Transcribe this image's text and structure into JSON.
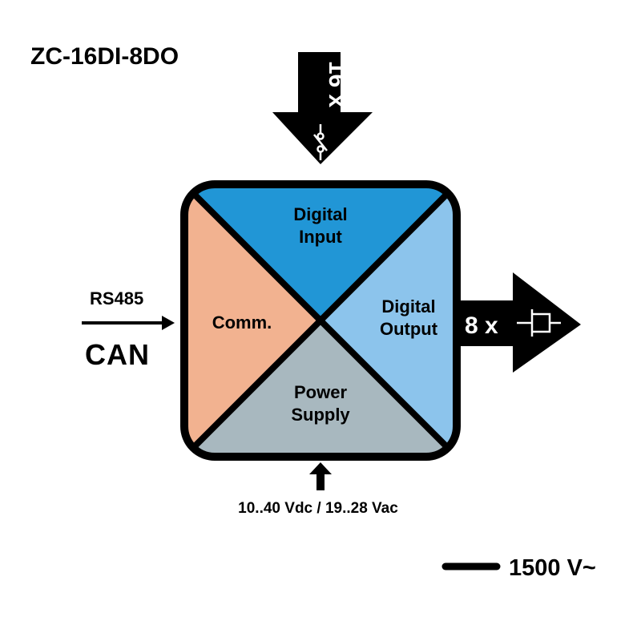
{
  "model": "ZC-16DI-8DO",
  "input_arrow": {
    "count_label": "16 x",
    "symbol": "switch-contact-icon"
  },
  "output_arrow": {
    "count_label": "8 x",
    "symbol": "transistor-output-icon"
  },
  "sections": {
    "digital_input": {
      "line1": "Digital",
      "line2": "Input"
    },
    "digital_output": {
      "line1": "Digital",
      "line2": "Output"
    },
    "comm": {
      "label": "Comm."
    },
    "power_supply": {
      "line1": "Power",
      "line2": "Supply"
    }
  },
  "communication": {
    "protocol1": "RS485",
    "protocol2": "CAN"
  },
  "power": {
    "rating": "10..40 Vdc / 19..28 Vac"
  },
  "isolation": {
    "voltage": "1500 V~"
  },
  "colors": {
    "digital_input": "#2196d6",
    "digital_output": "#8cc4ec",
    "comm": "#f2b290",
    "power_supply": "#a8b8bf",
    "outline": "#000000"
  }
}
